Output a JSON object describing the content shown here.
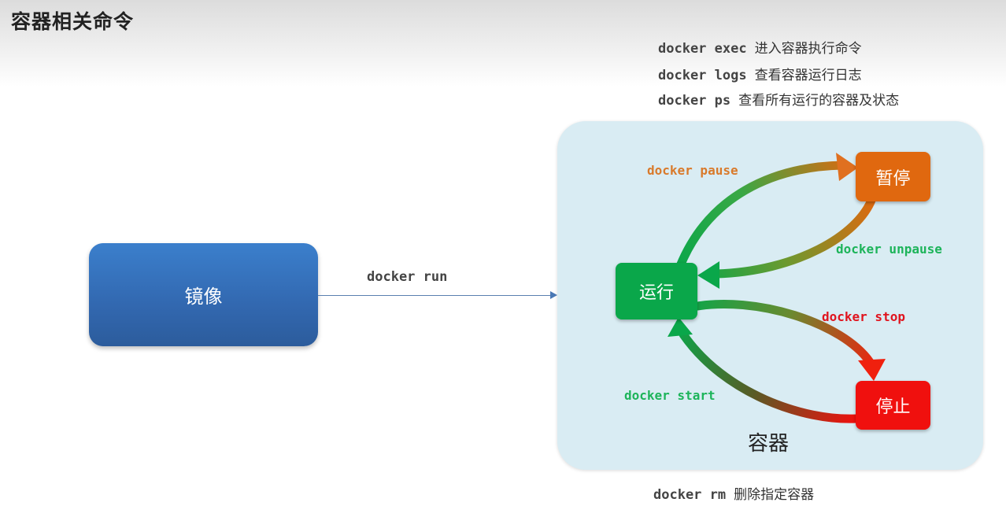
{
  "title": "容器相关命令",
  "commands_top": [
    {
      "code": "docker exec",
      "desc": "进入容器执行命令"
    },
    {
      "code": "docker logs",
      "desc": "查看容器运行日志"
    },
    {
      "code": "docker ps",
      "desc": "查看所有运行的容器及状态"
    }
  ],
  "command_bottom": {
    "code": "docker rm",
    "desc": "删除指定容器"
  },
  "image_node": {
    "label": "镜像"
  },
  "run_edge": {
    "label": "docker run"
  },
  "container": {
    "label": "容器",
    "states": {
      "running": {
        "label": "运行",
        "color": "#0aa74a"
      },
      "paused": {
        "label": "暂停",
        "color": "#e0680f"
      },
      "stopped": {
        "label": "停止",
        "color": "#f0100e"
      }
    },
    "transitions": {
      "pause": {
        "label": "docker pause",
        "color": "#d97a2b"
      },
      "unpause": {
        "label": "docker unpause",
        "color": "#1db45a"
      },
      "stop": {
        "label": "docker stop",
        "color": "#e0141e"
      },
      "start": {
        "label": "docker start",
        "color": "#1db45a"
      }
    }
  }
}
